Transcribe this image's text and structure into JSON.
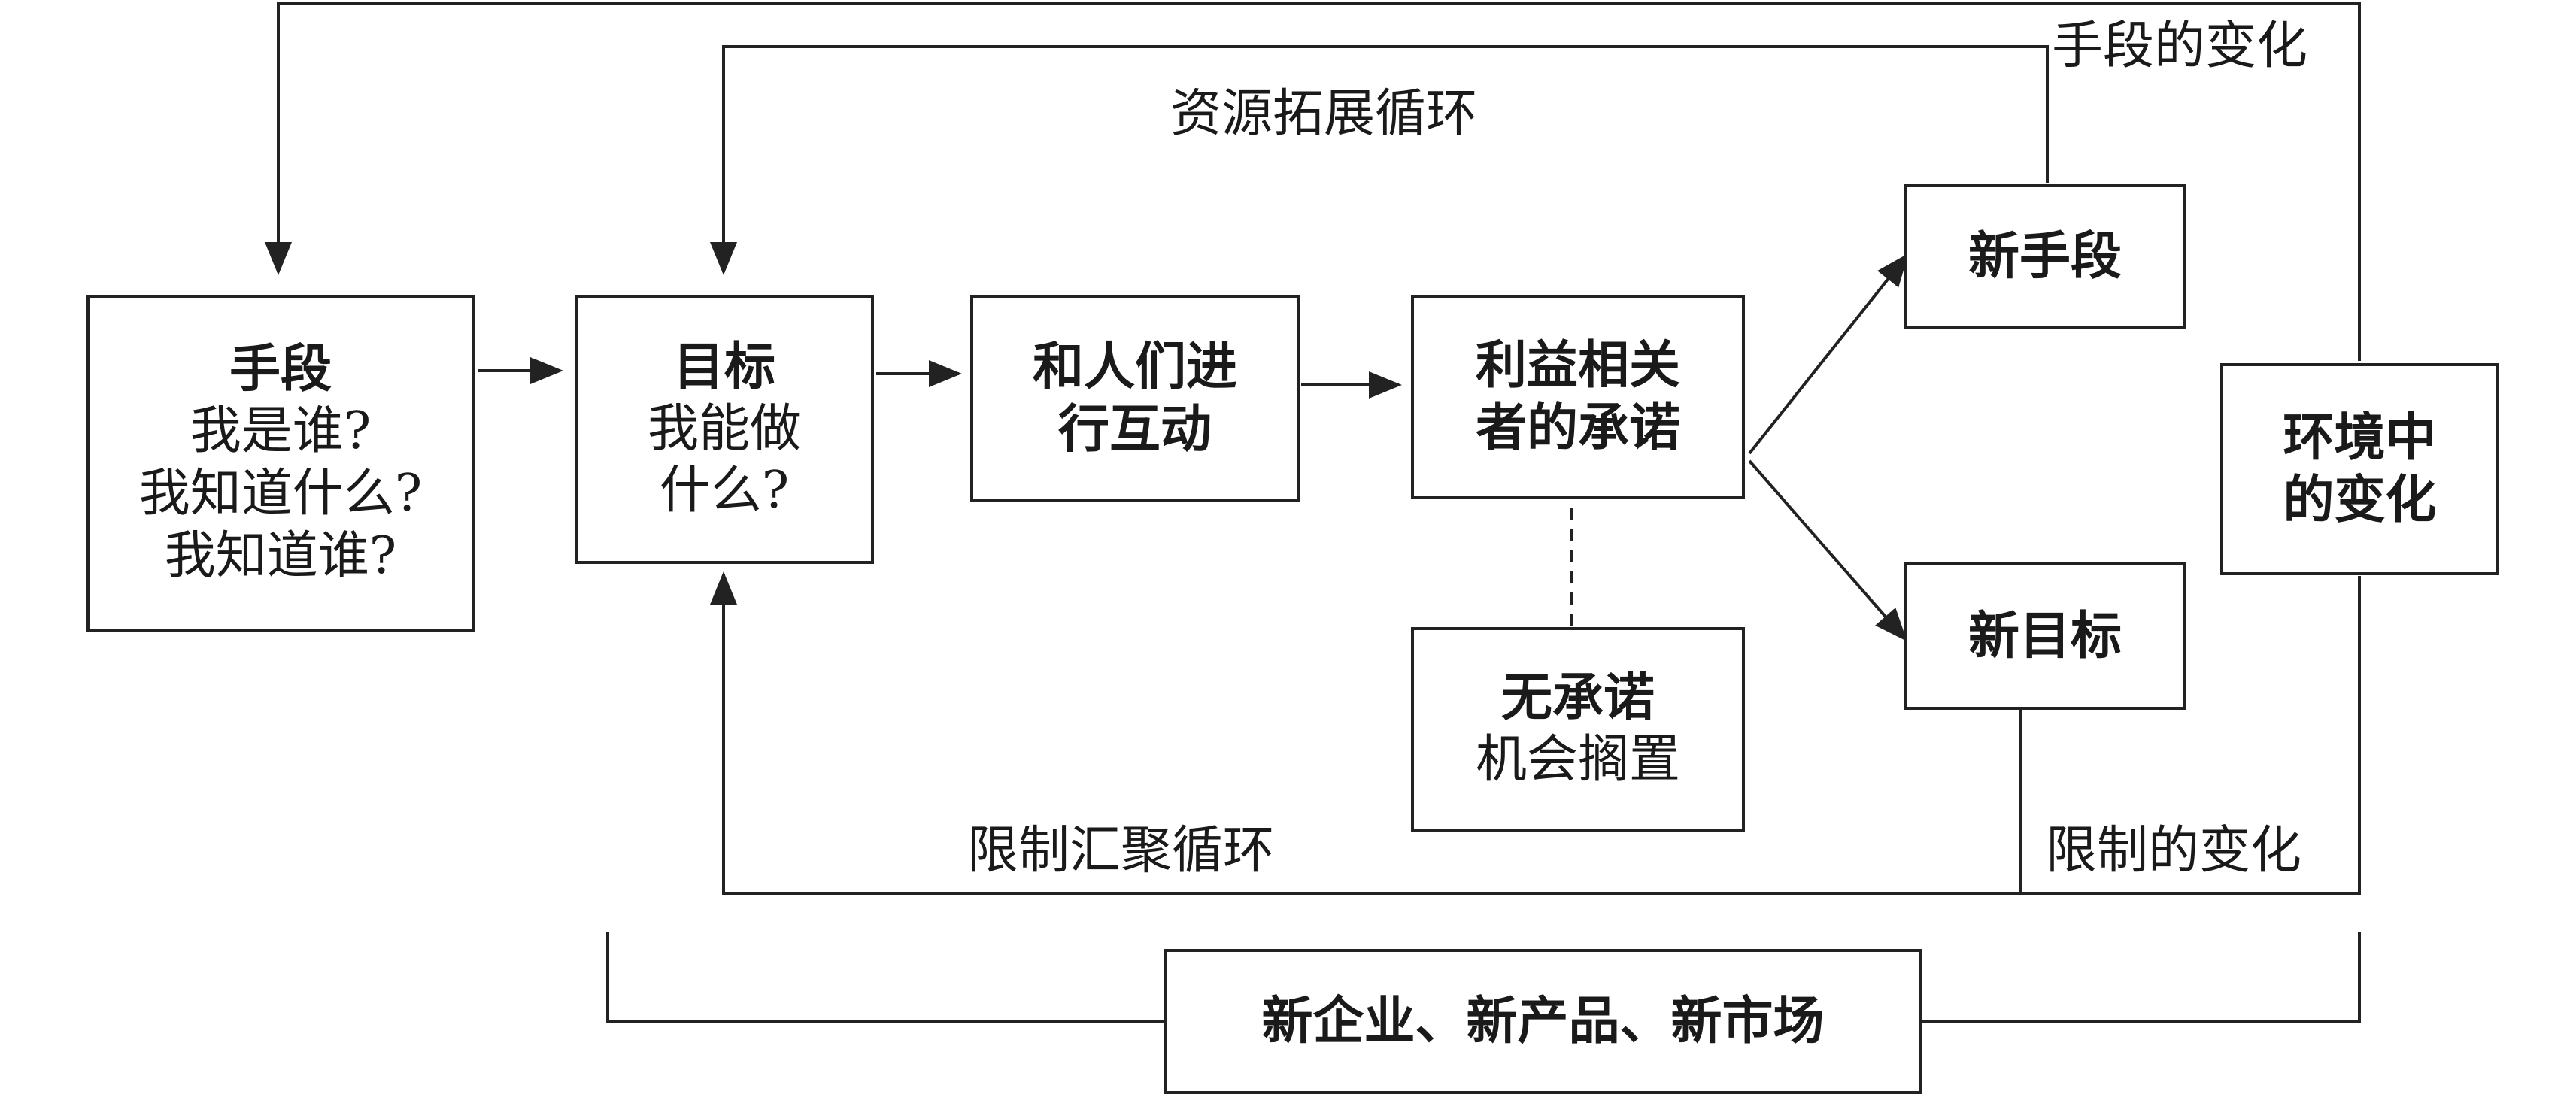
{
  "boxes": {
    "means": {
      "title": "手段",
      "lines": [
        "我是谁?",
        "我知道什么?",
        "我知道谁?"
      ]
    },
    "goals": {
      "title": "目标",
      "lines": [
        "我能做",
        "什么?"
      ]
    },
    "interact": {
      "lines": [
        "和人们进",
        "行互动"
      ]
    },
    "commitments": {
      "lines": [
        "利益相关",
        "者的承诺"
      ]
    },
    "no_commitment": {
      "title": "无承诺",
      "line": "机会搁置"
    },
    "new_means": {
      "label": "新手段"
    },
    "new_goals": {
      "label": "新目标"
    },
    "env_change": {
      "lines": [
        "环境中",
        "的变化"
      ]
    },
    "outcome": {
      "label": "新企业、新产品、新市场"
    }
  },
  "loop_labels": {
    "means_change": "手段的变化",
    "resource_expansion": "资源拓展循环",
    "constraint_convergence": "限制汇聚循环",
    "constraint_change": "限制的变化"
  }
}
